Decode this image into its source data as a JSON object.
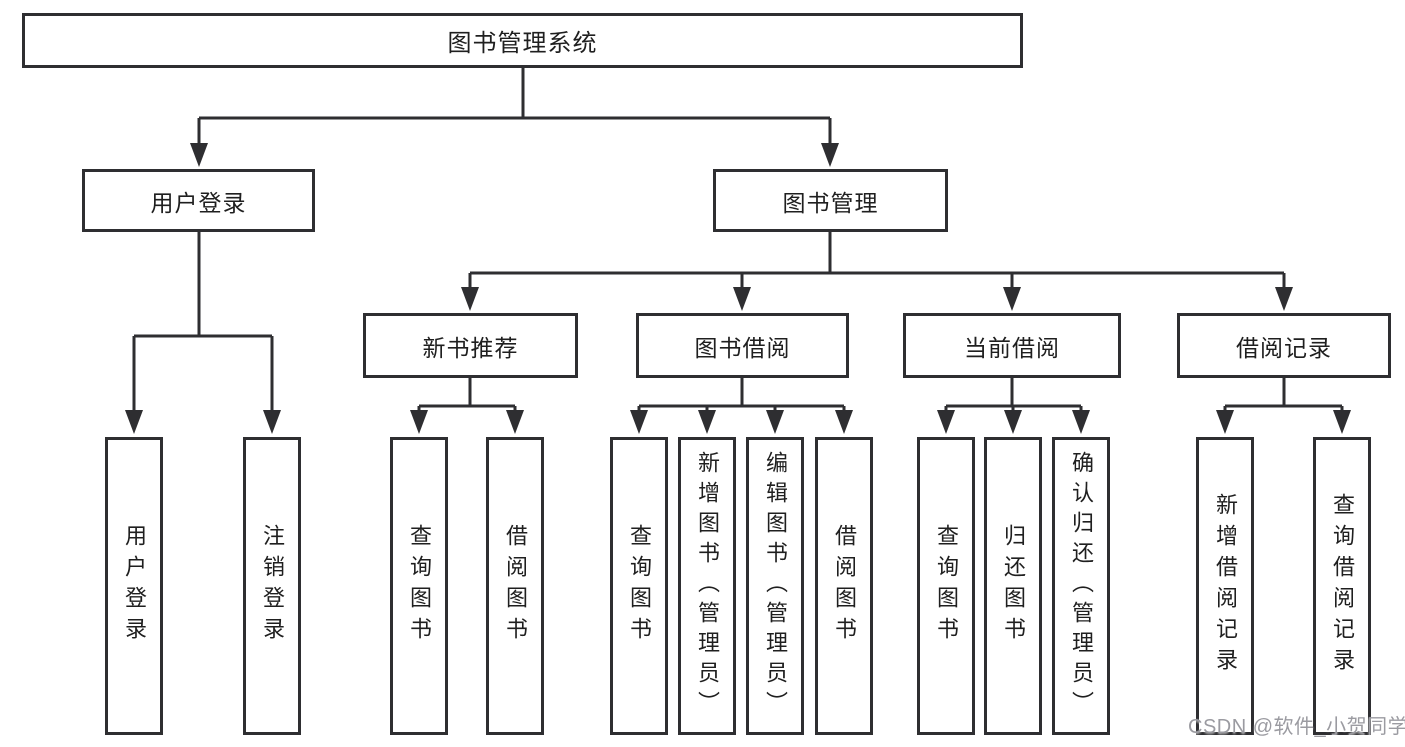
{
  "nodes": {
    "root": {
      "label": "图书管理系统"
    },
    "user_login": {
      "label": "用户登录",
      "children": [
        "用户登录",
        "注销登录"
      ]
    },
    "book_mgmt": {
      "label": "图书管理"
    },
    "new_books": {
      "label": "新书推荐",
      "children": [
        "查询图书",
        "借阅图书"
      ]
    },
    "book_borrow": {
      "label": "图书借阅",
      "children": [
        "查询图书",
        "新增图书（管理员）",
        "编辑图书（管理员）",
        "借阅图书"
      ]
    },
    "current_borrow": {
      "label": "当前借阅",
      "children": [
        "查询图书",
        "归还图书",
        "确认归还（管理员）"
      ]
    },
    "borrow_records": {
      "label": "借阅记录",
      "children": [
        "新增借阅记录",
        "查询借阅记录"
      ]
    }
  },
  "watermark": "CSDN @软件_小贺同学",
  "colors": {
    "line": "#2e2e31",
    "text": "#1f1f1f",
    "box_background": "#ffffff",
    "watermark": "#9b9ba1",
    "background": "#ffffff"
  }
}
